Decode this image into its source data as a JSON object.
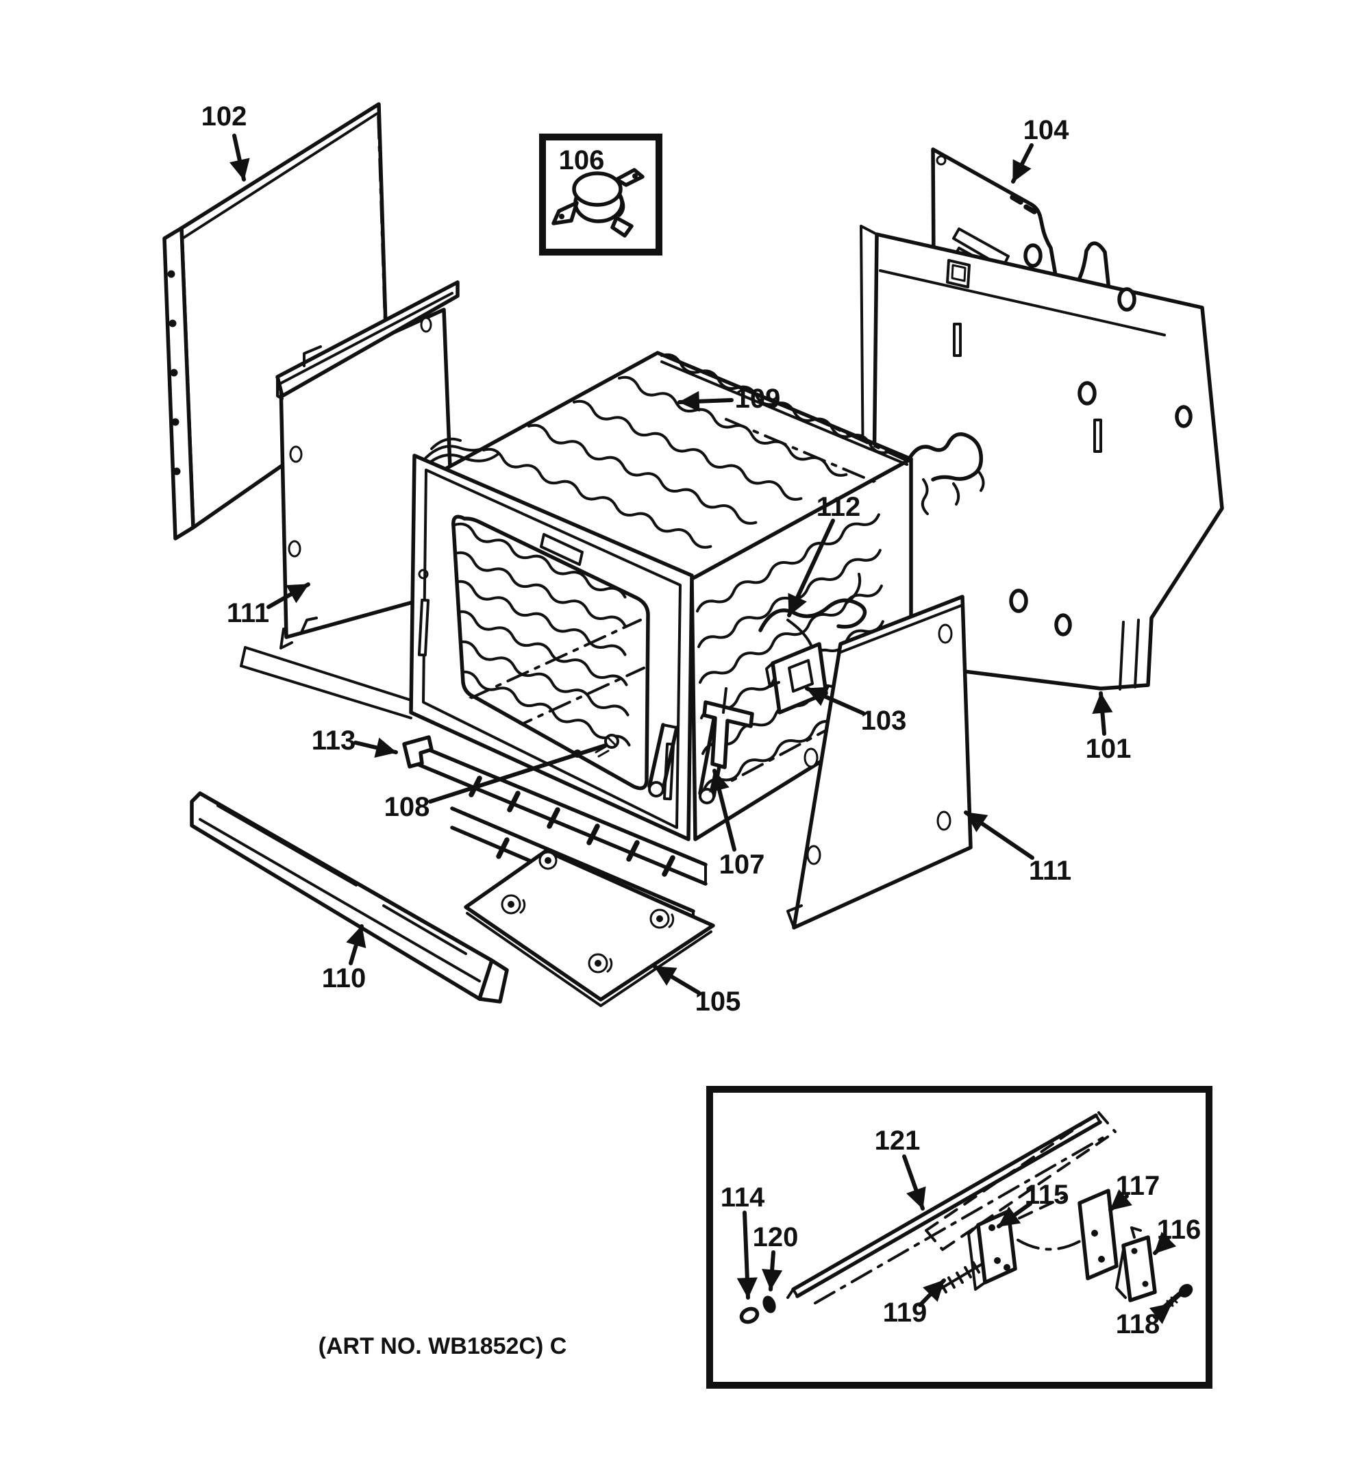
{
  "figure": {
    "kind": "exploded-parts-diagram",
    "art_number": "(ART NO. WB1852C) C",
    "colors": {
      "ink": "#111111",
      "paper": "#ffffff"
    }
  },
  "callouts": {
    "101": {
      "label": "101"
    },
    "102": {
      "label": "102"
    },
    "103": {
      "label": "103"
    },
    "104": {
      "label": "104"
    },
    "105": {
      "label": "105"
    },
    "106": {
      "label": "106"
    },
    "107": {
      "label": "107"
    },
    "108": {
      "label": "108"
    },
    "109": {
      "label": "109"
    },
    "110": {
      "label": "110"
    },
    "111_left": {
      "label": "111"
    },
    "111_right": {
      "label": "111"
    },
    "112": {
      "label": "112"
    },
    "113": {
      "label": "113"
    },
    "114": {
      "label": "114"
    },
    "115": {
      "label": "115"
    },
    "116": {
      "label": "116"
    },
    "117": {
      "label": "117"
    },
    "118": {
      "label": "118"
    },
    "119": {
      "label": "119"
    },
    "120": {
      "label": "120"
    },
    "121": {
      "label": "121"
    }
  }
}
